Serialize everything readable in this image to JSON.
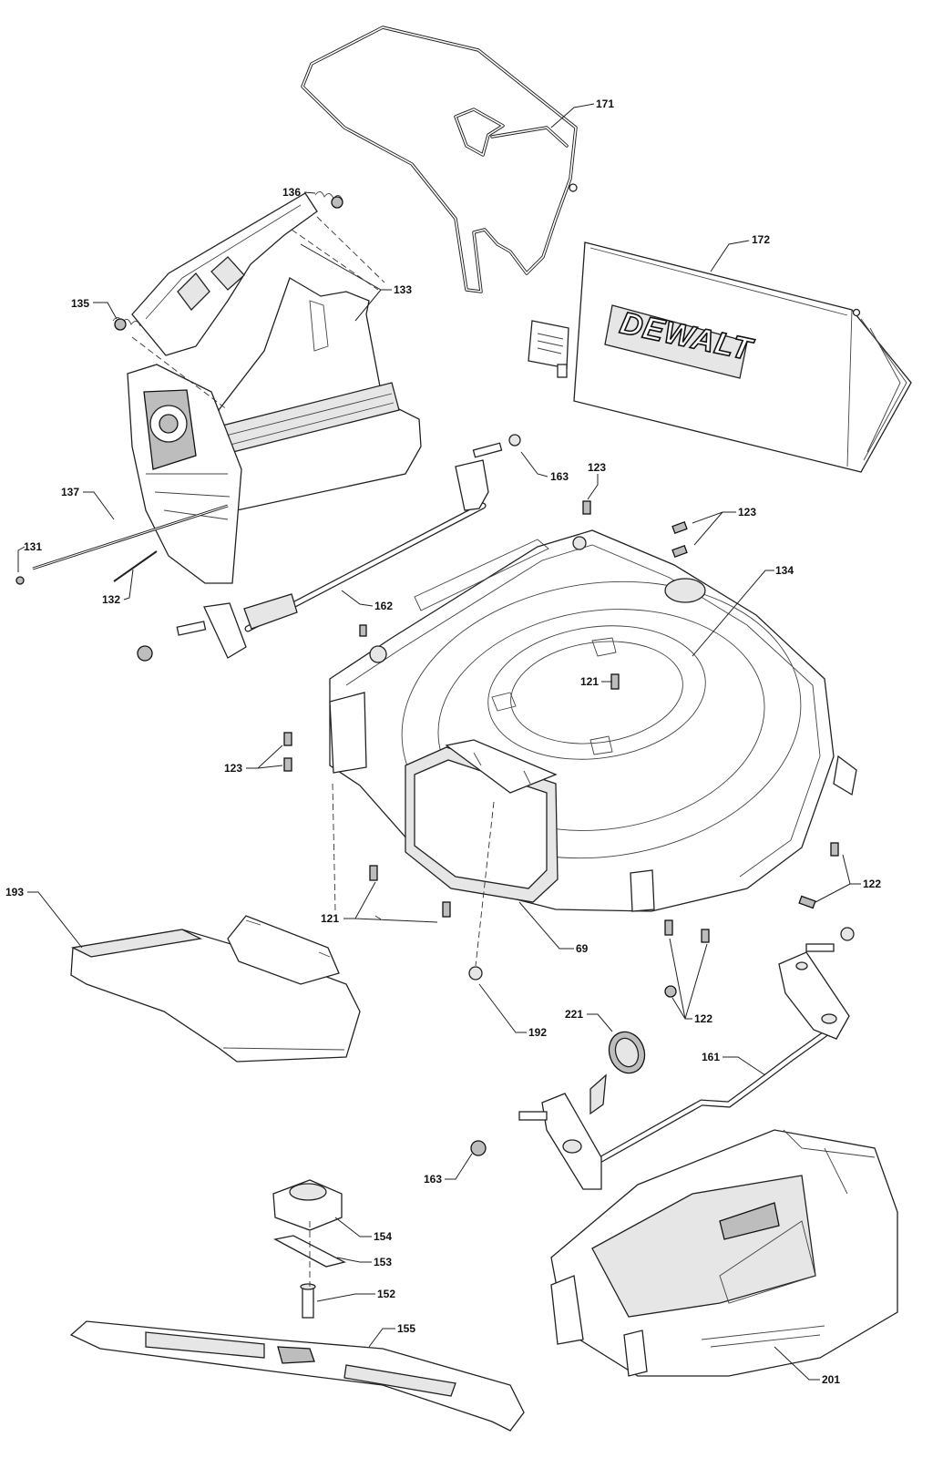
{
  "brand_text": "DEWALT",
  "callouts": [
    {
      "id": "c171",
      "text": "171"
    },
    {
      "id": "c172",
      "text": "172"
    },
    {
      "id": "c136",
      "text": "136"
    },
    {
      "id": "c133",
      "text": "133"
    },
    {
      "id": "c135",
      "text": "135"
    },
    {
      "id": "c163a",
      "text": "163"
    },
    {
      "id": "c123a",
      "text": "123"
    },
    {
      "id": "c123b",
      "text": "123"
    },
    {
      "id": "c137",
      "text": "137"
    },
    {
      "id": "c131",
      "text": "131"
    },
    {
      "id": "c132",
      "text": "132"
    },
    {
      "id": "c162",
      "text": "162"
    },
    {
      "id": "c134",
      "text": "134"
    },
    {
      "id": "c121a",
      "text": "121"
    },
    {
      "id": "c123c",
      "text": "123"
    },
    {
      "id": "c122a",
      "text": "122"
    },
    {
      "id": "c193",
      "text": "193"
    },
    {
      "id": "c121b",
      "text": "121"
    },
    {
      "id": "c69",
      "text": "69"
    },
    {
      "id": "c122b",
      "text": "122"
    },
    {
      "id": "c221",
      "text": "221"
    },
    {
      "id": "c192",
      "text": "192"
    },
    {
      "id": "c161",
      "text": "161"
    },
    {
      "id": "c163b",
      "text": "163"
    },
    {
      "id": "c154",
      "text": "154"
    },
    {
      "id": "c153",
      "text": "153"
    },
    {
      "id": "c152",
      "text": "152"
    },
    {
      "id": "c155",
      "text": "155"
    },
    {
      "id": "c201",
      "text": "201"
    }
  ]
}
